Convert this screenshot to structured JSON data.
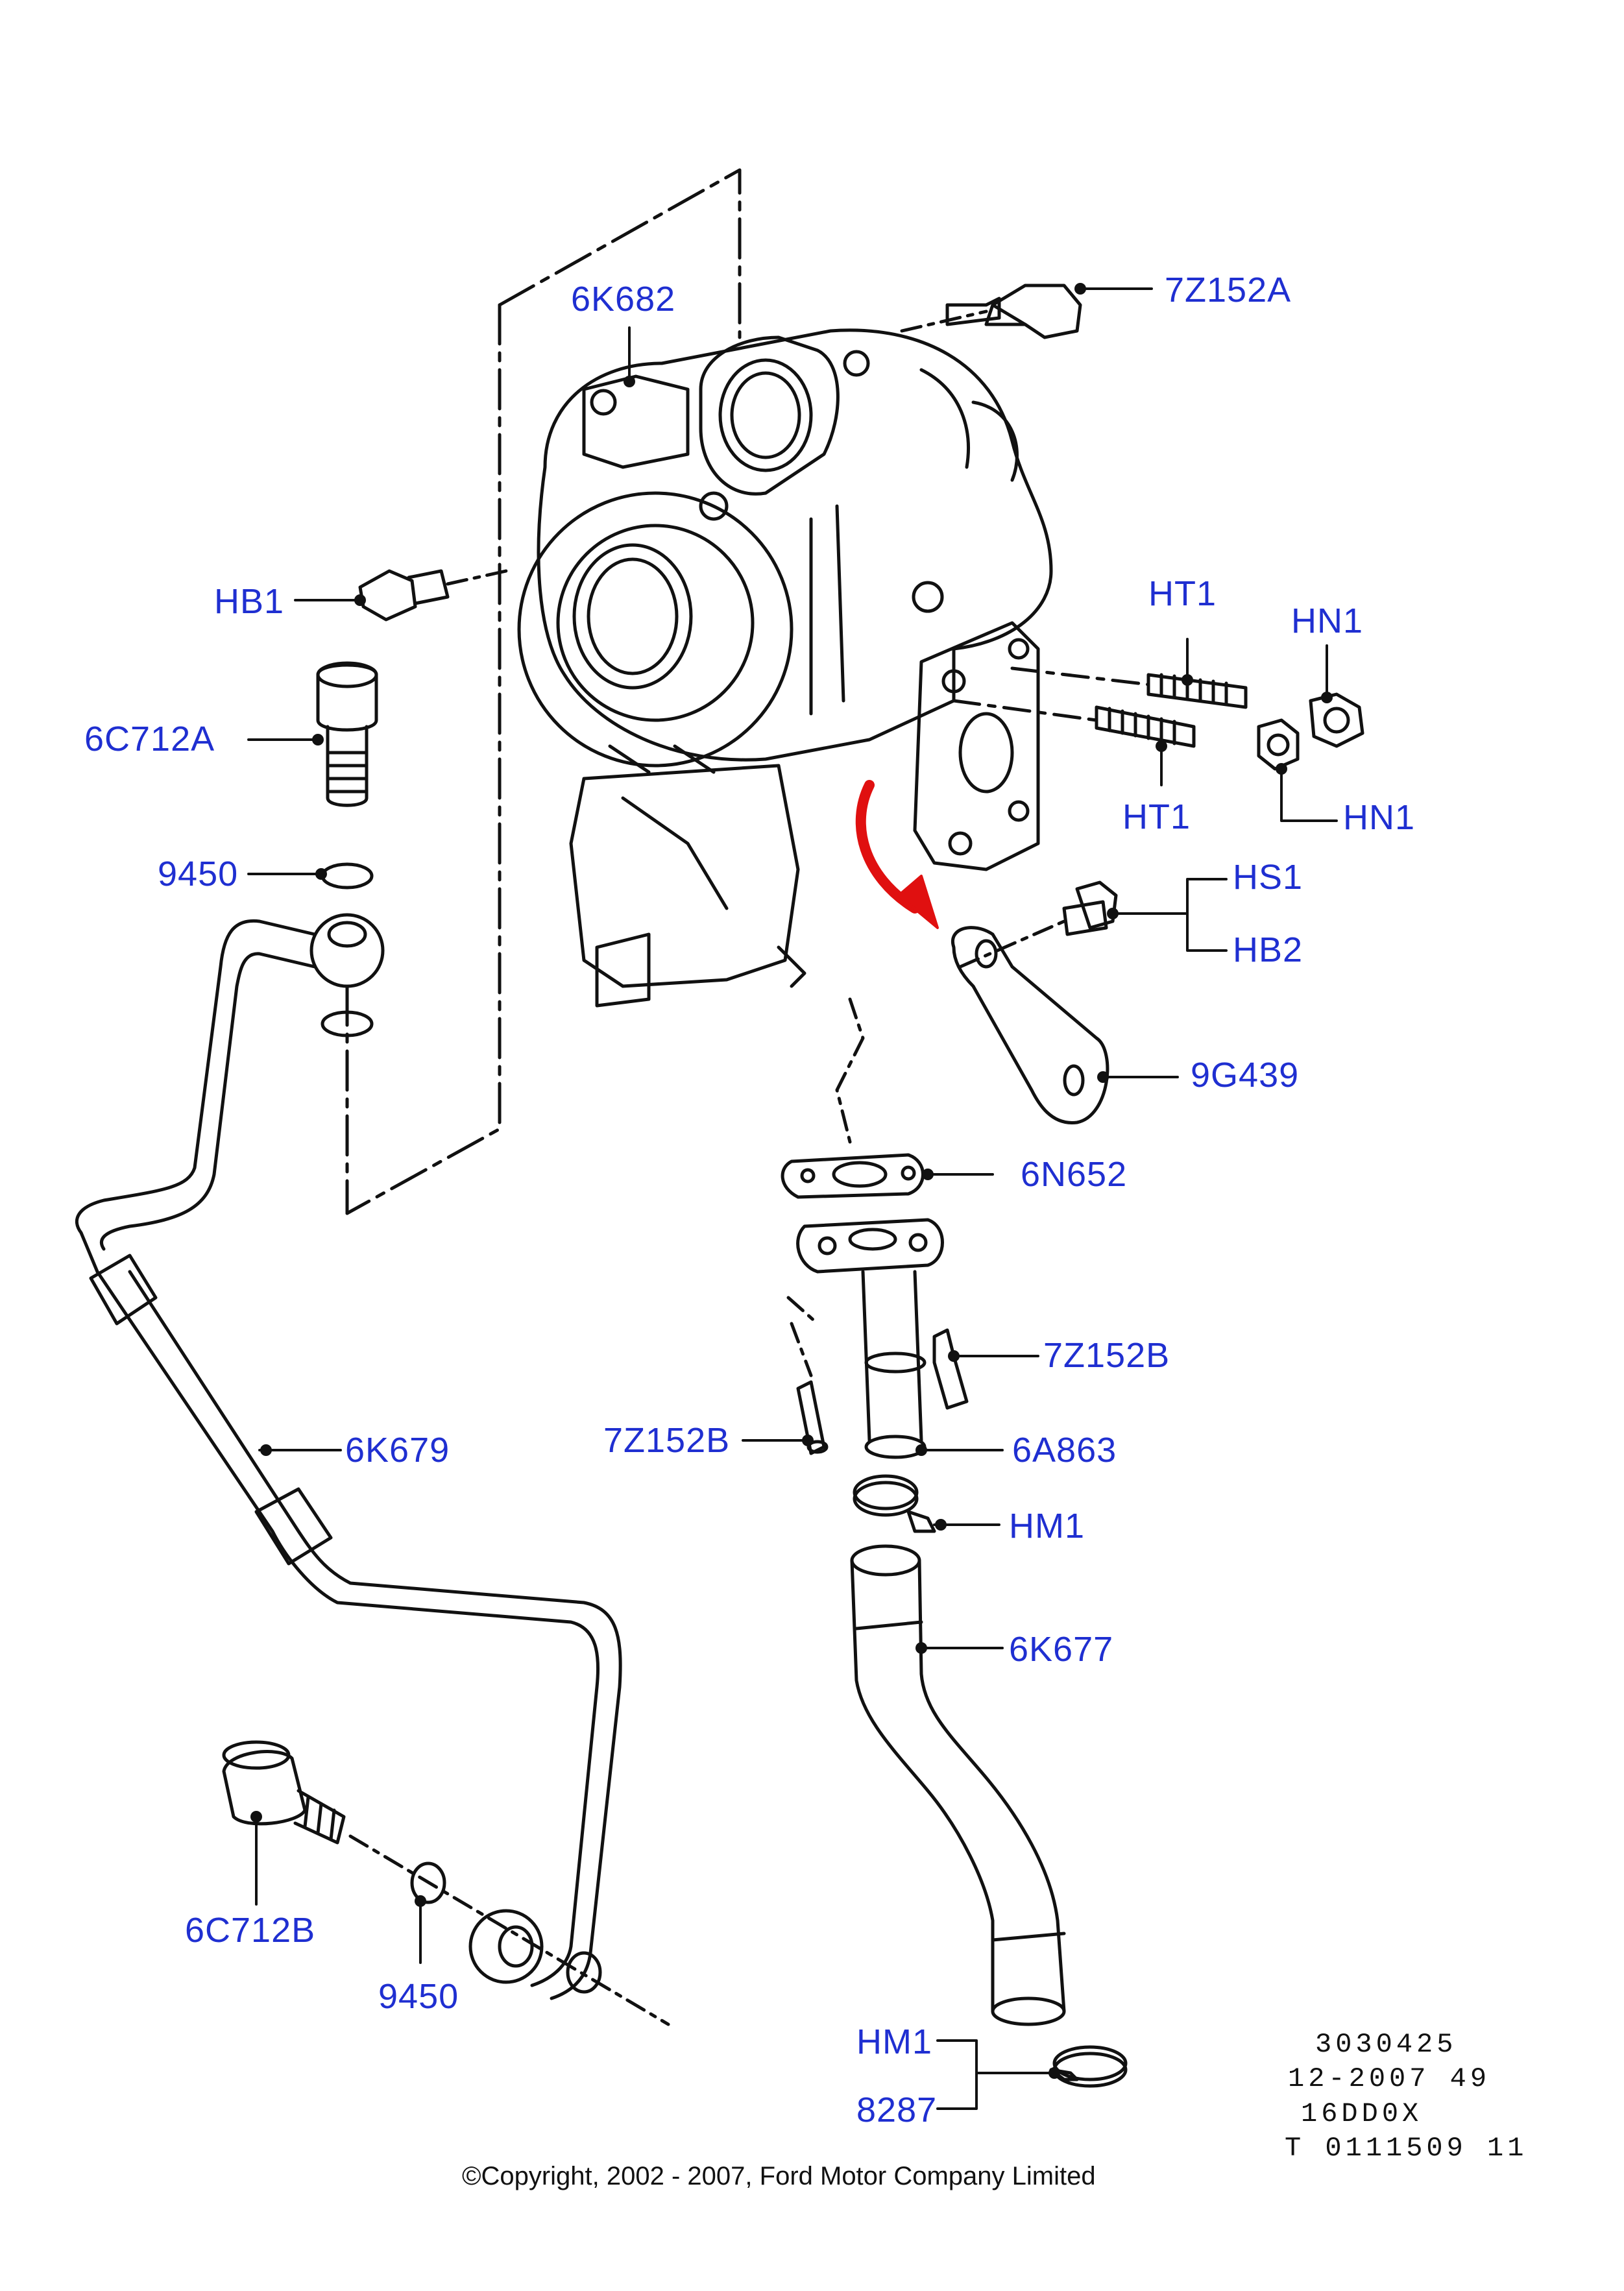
{
  "diagram": {
    "labels": {
      "p_6K682": "6K682",
      "p_7Z152A": "7Z152A",
      "p_HB1": "HB1",
      "p_HT1_top": "HT1",
      "p_HN1_top": "HN1",
      "p_6C712A": "6C712A",
      "p_HT1_bottom": "HT1",
      "p_HN1_bottom": "HN1",
      "p_9450_top": "9450",
      "p_HS1": "HS1",
      "p_HB2": "HB2",
      "p_9G439": "9G439",
      "p_6N652": "6N652",
      "p_7Z152B_right": "7Z152B",
      "p_6K679": "6K679",
      "p_7Z152B_left": "7Z152B",
      "p_6A863": "6A863",
      "p_HM1_top": "HM1",
      "p_6K677": "6K677",
      "p_6C712B": "6C712B",
      "p_9450_bottom": "9450",
      "p_HM1_bottom": "HM1",
      "p_8287": "8287"
    },
    "reference_codes": [
      "3030425",
      "12-2007 49",
      "16DD0X",
      "T 0111509 11"
    ],
    "copyright": "©Copyright, 2002 - 2007, Ford Motor Company Limited"
  },
  "colors": {
    "label_blue": "#1f2fd1",
    "line_black": "#111111",
    "arrow_red": "#e01010"
  }
}
